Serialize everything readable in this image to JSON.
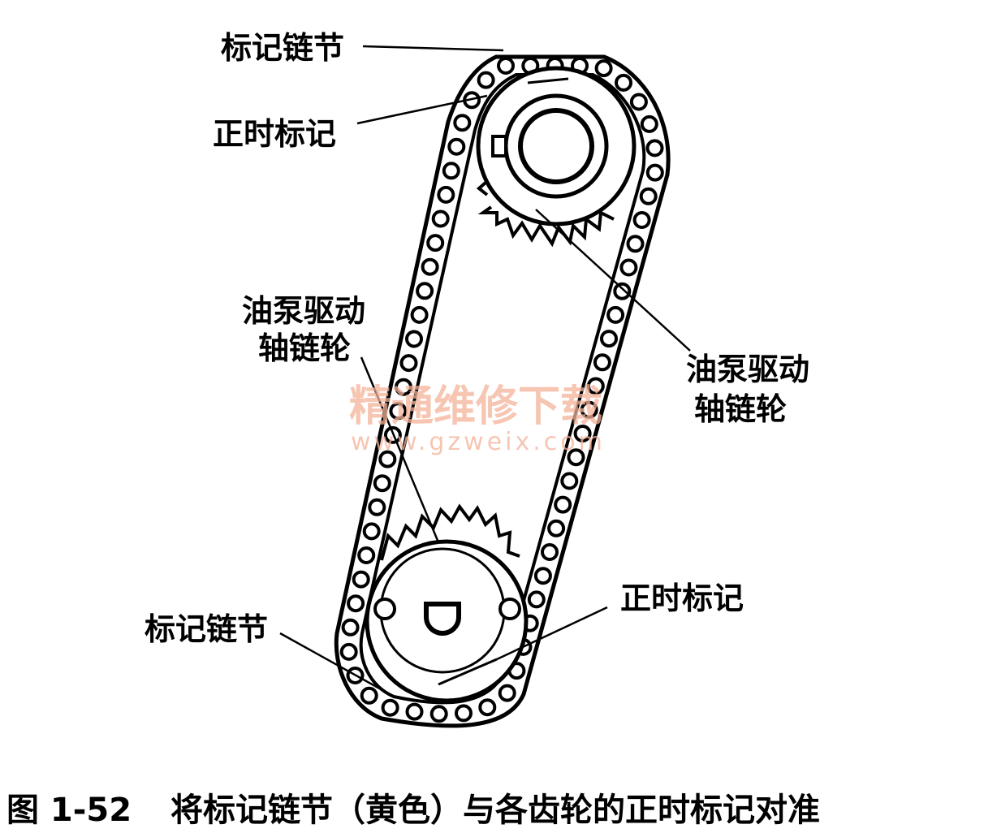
{
  "labels": {
    "top_marked_link": "标记链节",
    "top_timing_mark": "正时标记",
    "left_sprocket_line1": "油泵驱动",
    "left_sprocket_line2": "轴链轮",
    "right_sprocket_line1": "油泵驱动",
    "right_sprocket_line2": "轴链轮",
    "bottom_timing_mark": "正时标记",
    "bottom_marked_link": "标记链节"
  },
  "watermark": {
    "title": "精通维修下载",
    "url": "www.gzweix.com"
  },
  "caption": {
    "number": "图 1-52",
    "text": "将标记链节（黄色）与各齿轮的正时标记对准"
  }
}
